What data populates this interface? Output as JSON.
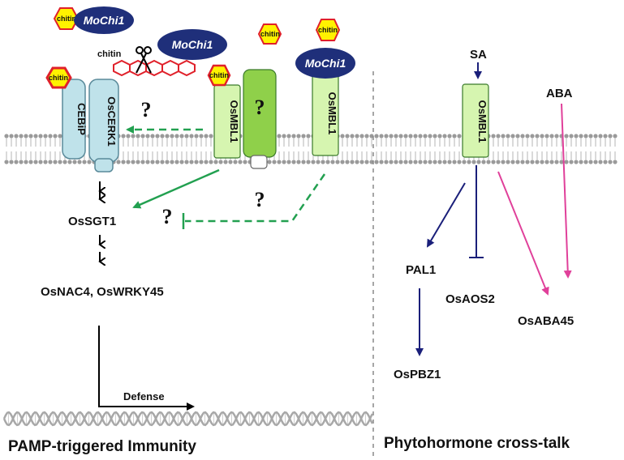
{
  "labels": {
    "mochi": "MoChi1",
    "chitin": "chitin",
    "cebip": "CEBiP",
    "oscerk1": "OsCERK1",
    "osmbl1": "OsMBL1",
    "question": "?",
    "ossgt1": "OsSGT1",
    "osnac4": "OsNAC4, OsWRKY45",
    "defense": "Defense",
    "pamp": "PAMP-triggered Immunity",
    "sa": "SA",
    "aba": "ABA",
    "pal1": "PAL1",
    "osaos2": "OsAOS2",
    "osaba45": "OsABA45",
    "ospbz1": "OsPBZ1",
    "phyto": "Phytohormone cross-talk"
  },
  "colors": {
    "green_arrow": "#22a050",
    "navy_arrow": "#1a1f7a",
    "pink_arrow": "#e0409a",
    "mochi_fill": "#1f2f7a",
    "chitin_fill": "#fff200",
    "chitin_edge": "#e0202a",
    "receptor_blue": "#bfe2ea",
    "osmbl1_fill": "#d6f5b0",
    "lectin_green": "#8fd04a"
  }
}
